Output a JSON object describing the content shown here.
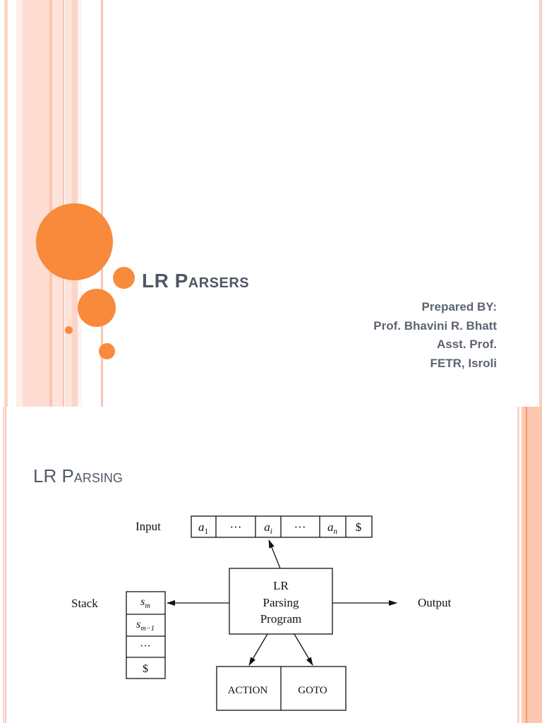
{
  "slides": [
    {
      "title_main": "LR ",
      "title_caps": "Parsers",
      "author": {
        "lines": [
          "Prepared BY:",
          "Prof. Bhavini R. Bhatt",
          "Asst. Prof.",
          "FETR, Isroli"
        ]
      },
      "theme": {
        "accent": "#f98a3c",
        "stripe": "#fddcd1",
        "title_color": "#4f5764"
      }
    },
    {
      "title_main": "LR ",
      "title_caps": "Parsing",
      "diagram": {
        "input_label": "Input",
        "input_cells": [
          "a1",
          "···",
          "ai",
          "···",
          "an",
          "$"
        ],
        "stack_label": "Stack",
        "stack_cells": [
          "sm",
          "sm−1",
          "···",
          "$"
        ],
        "program_lines": [
          "LR",
          "Parsing",
          "Program"
        ],
        "output_label": "Output",
        "tables": [
          "ACTION",
          "GOTO"
        ]
      }
    }
  ]
}
